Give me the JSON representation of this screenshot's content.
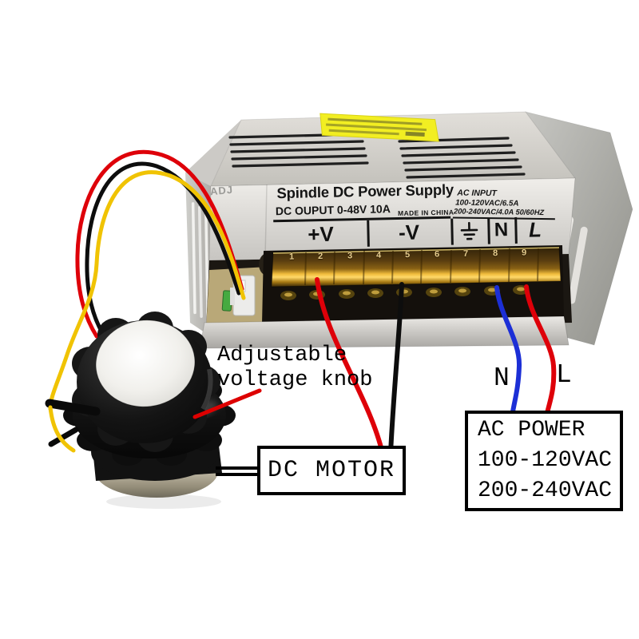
{
  "psu": {
    "title": "Spindle DC Power Supply",
    "output_label": "DC OUPUT 0-48V 10A",
    "made_in": "MADE IN CHINA",
    "adj_label": "ADJ",
    "ac_input": {
      "heading": "AC INPUT",
      "line1": "100-120VAC/6.5A",
      "line2": "200-240VAC/4.0A 50/60HZ"
    },
    "terminals": {
      "plus_label": "+V",
      "minus_label": "-V",
      "ground_icon": "earth-ground-icon",
      "neutral_label": "N",
      "line_label": "L",
      "numbers": [
        "1",
        "2",
        "3",
        "4",
        "5",
        "6",
        "7",
        "8",
        "9"
      ]
    }
  },
  "annotations": {
    "knob_line1": "Adjustable",
    "knob_line2": "voltage knob",
    "dc_motor": "DC MOTOR",
    "ac_power_title": "AC POWER",
    "ac_power_range1": "100-120VAC",
    "ac_power_range2": "200-240VAC",
    "neutral": "N",
    "line": "L"
  },
  "colors": {
    "wire-red": "#de0009",
    "wire-black": "#0d0d0d",
    "wire-yellow": "#f0c303",
    "wire-blue": "#1c2fd6",
    "annotation-red": "#dd0000",
    "sticker-yellow": "#f2ee22",
    "terminal-amber": "#d3960e",
    "case-silver": "#d9d9d5"
  }
}
